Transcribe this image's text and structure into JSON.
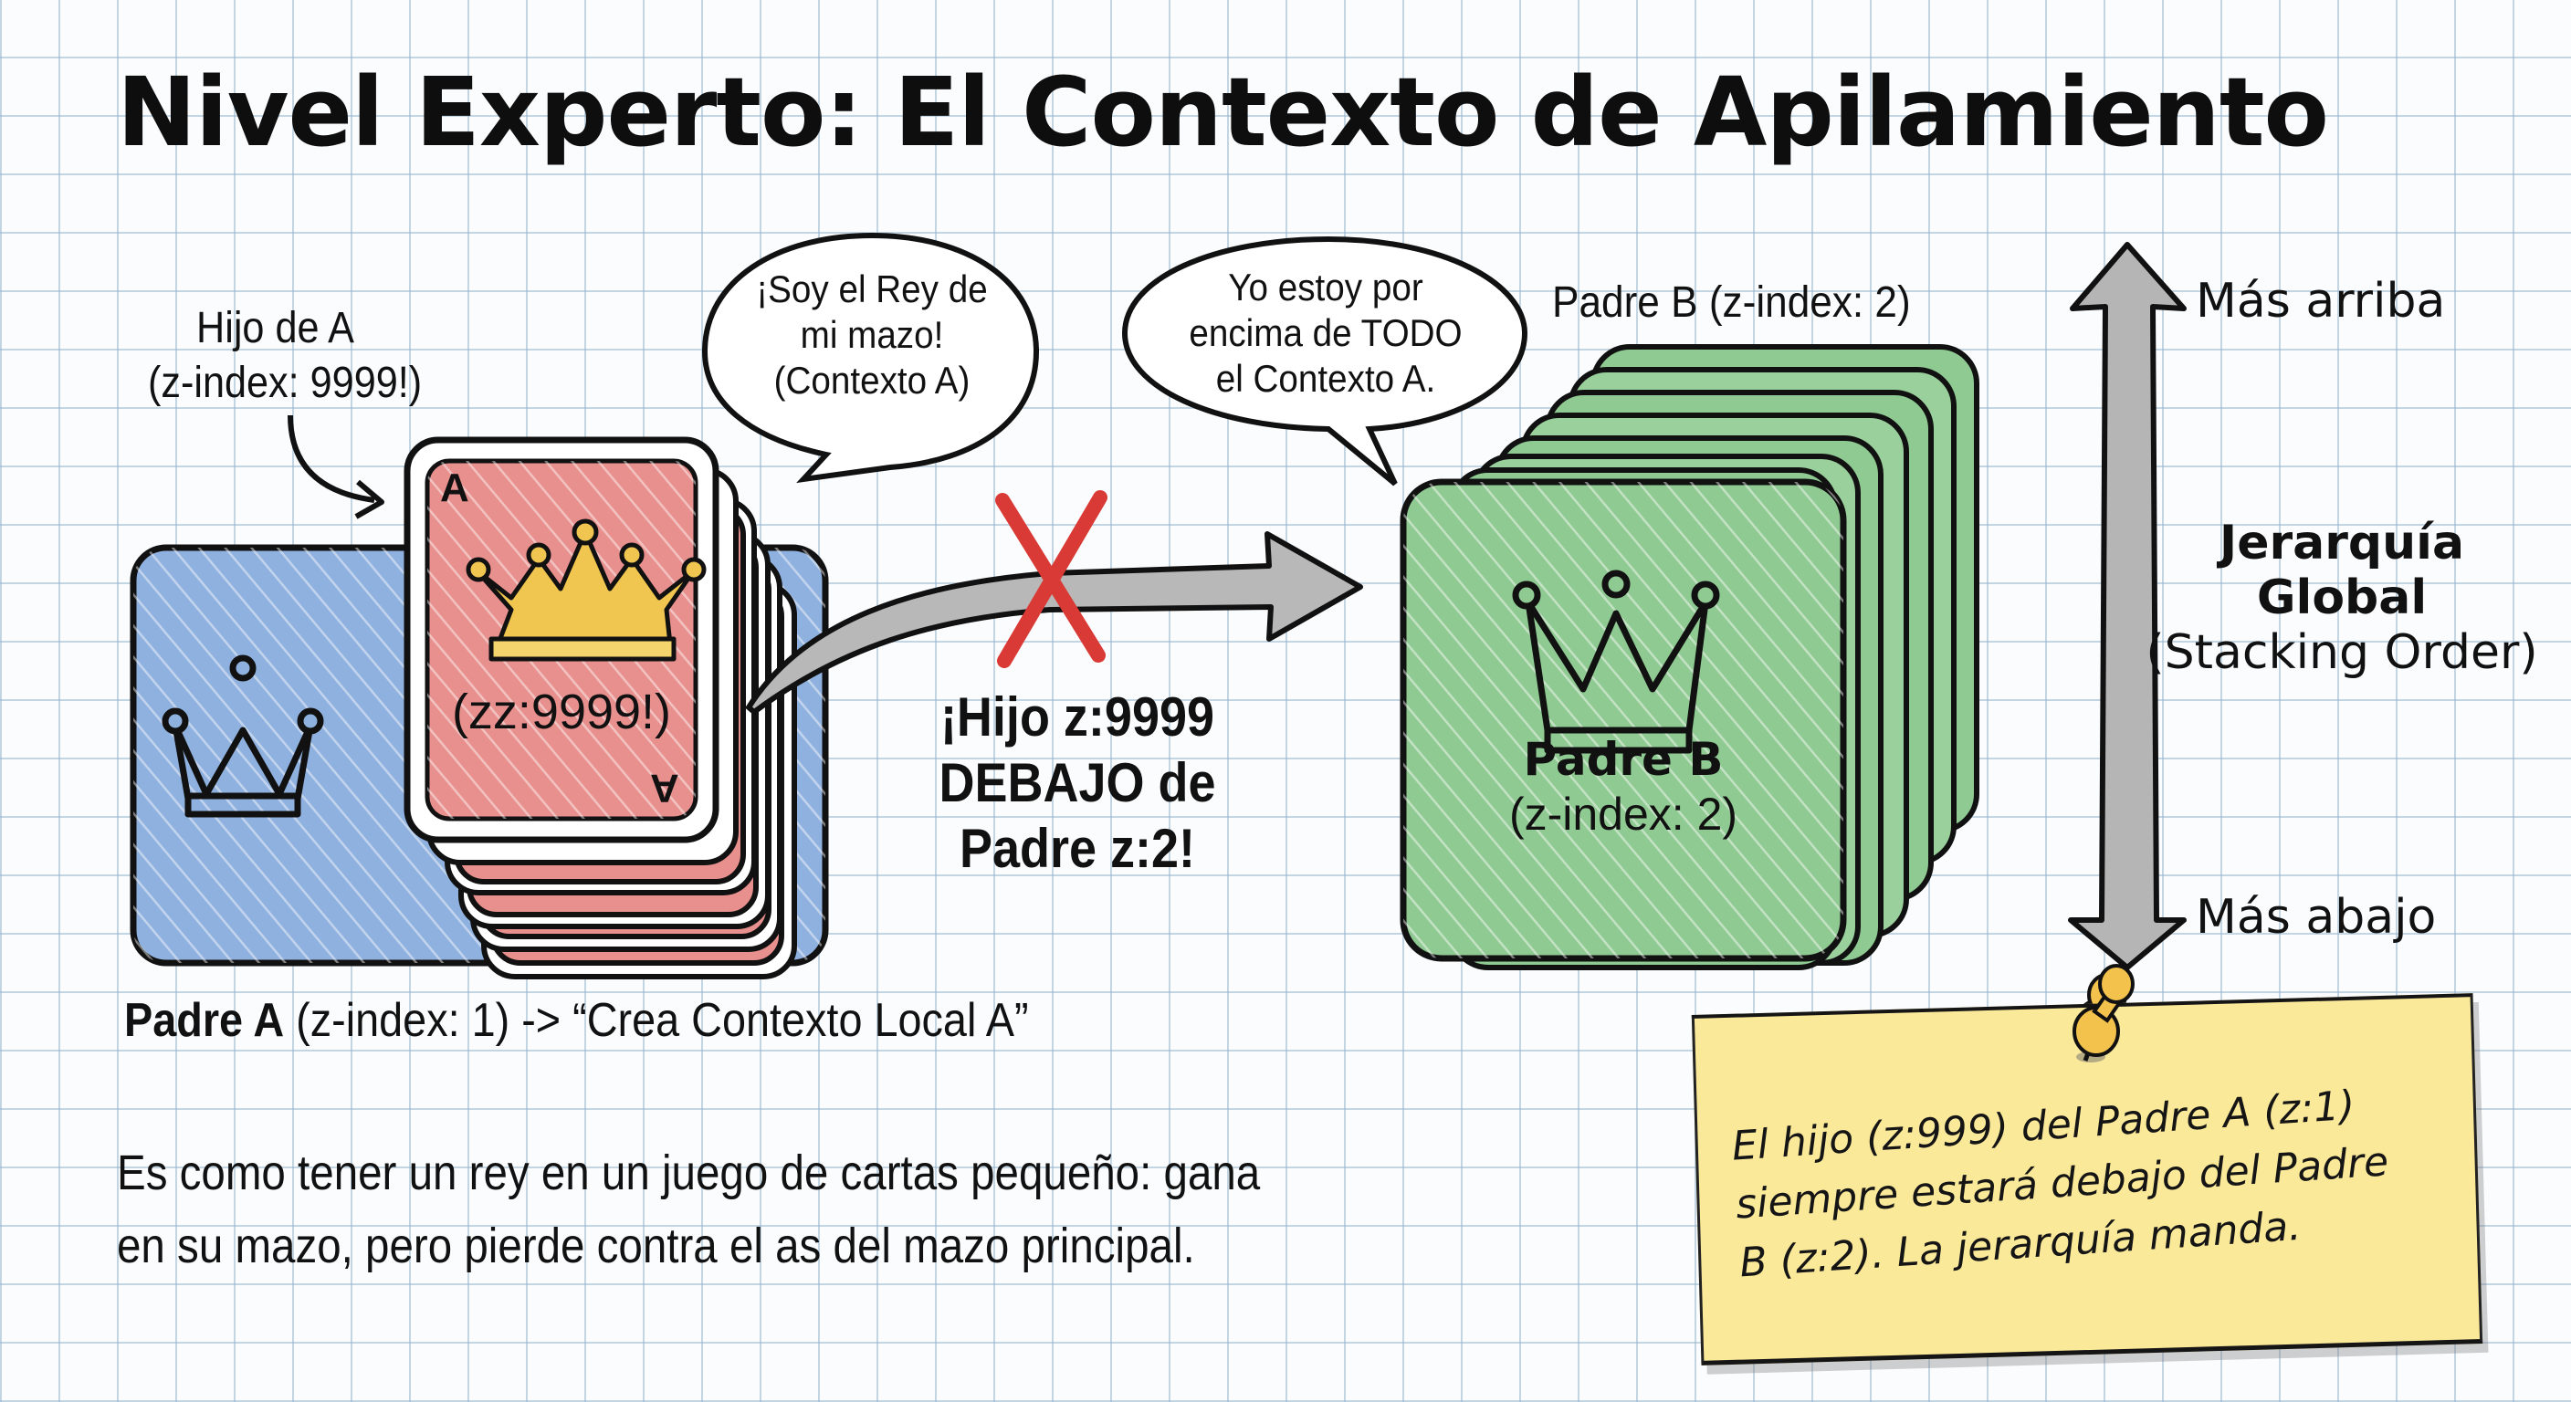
{
  "title": "Nivel Experto: El Contexto de Apilamiento",
  "colors": {
    "background": "#fbfcfd",
    "grid": "#a9c3d8",
    "parent_a_blue": "#8fb1df",
    "child_red": "#e8908e",
    "crown_gold": "#f0c650",
    "parent_b_green": "#8fca92",
    "cross_red": "#d93a35",
    "arrow_gray": "#b8b8b8",
    "sticky_note": "#fbe99a",
    "pushpin": "#f2c24c"
  },
  "left_group": {
    "child_label": {
      "line1": "Hijo de A",
      "line2": "(z-index: 9999!)"
    },
    "bubble": {
      "line1": "¡Soy el Rey de",
      "line2": "mi mazo!",
      "line3": "(Contexto A)"
    },
    "child_card": {
      "corner_top": "A",
      "corner_bottom": "A",
      "value": "(zz:9999!)",
      "icon": "crown-icon"
    },
    "parent_card": {
      "icon": "crown-outline-icon"
    },
    "parent_caption": {
      "bold": "Padre A",
      "rest": " (z-index: 1) -> “Crea Contexto Local A”"
    }
  },
  "middle": {
    "line1": "¡Hijo z:9999",
    "line2": "DEBAJO de",
    "line3": "Padre z:2!",
    "arrow_icon": "curved-arrow-right-icon",
    "cross_icon": "red-x-icon"
  },
  "right_group": {
    "header": "Padre B (z-index: 2)",
    "bubble": {
      "line1": "Yo estoy por",
      "line2": "encima de TODO",
      "line3": "el Contexto A."
    },
    "card": {
      "title": "Padre B",
      "subtitle": "(z-index: 2)",
      "icon": "crown-outline-icon"
    }
  },
  "hierarchy": {
    "top_label": "Más arriba",
    "bottom_label": "Más abajo",
    "title_line1": "Jerarquía",
    "title_line2": "Global",
    "title_line3": "(Stacking Order)",
    "icon": "double-arrow-vertical-icon"
  },
  "sticky_note": {
    "line1": "El hijo (z:999) del Padre A (z:1)",
    "line2": "siempre estará debajo del Padre",
    "line3": "B (z:2). La jerarquía manda.",
    "icon": "pushpin-icon"
  },
  "bottom_text": {
    "line1": "Es como tener un rey en un juego de cartas pequeño: gana",
    "line2": "en su mazo, pero pierde contra el as del mazo principal."
  }
}
